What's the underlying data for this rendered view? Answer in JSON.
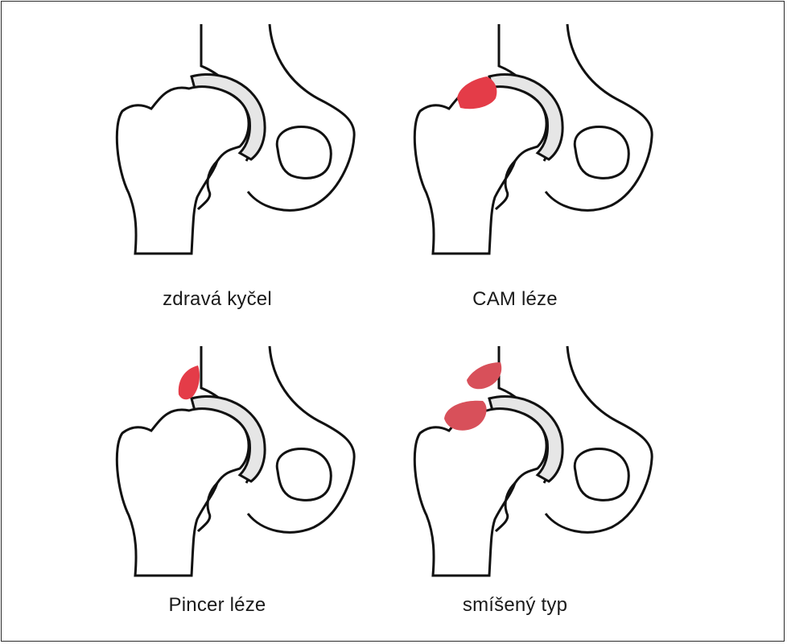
{
  "captions": {
    "healthy": "zdravá kyčel",
    "cam": "CAM léze",
    "pincer": "Pincer léze",
    "mixed": "smíšený typ"
  },
  "colors": {
    "outline": "#111111",
    "cartilage": "#e6e6e6",
    "lesion": "#e43c48",
    "lesion_soft": "#d8505a"
  },
  "panels": [
    {
      "key": "healthy",
      "lesions": []
    },
    {
      "key": "cam",
      "lesions": [
        "cam"
      ]
    },
    {
      "key": "pincer",
      "lesions": [
        "pincer"
      ]
    },
    {
      "key": "mixed",
      "lesions": [
        "cam",
        "pincer"
      ]
    }
  ]
}
